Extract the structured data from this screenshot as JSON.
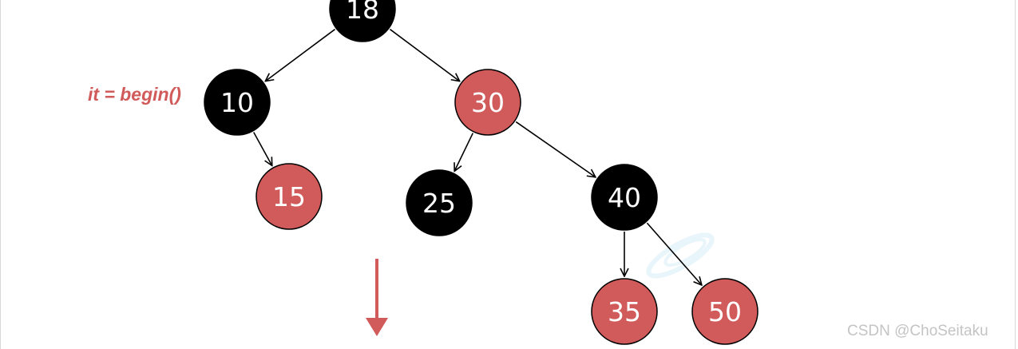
{
  "nodes": [
    {
      "key": "18",
      "color": "black"
    },
    {
      "key": "10",
      "color": "black"
    },
    {
      "key": "30",
      "color": "red"
    },
    {
      "key": "15",
      "color": "red"
    },
    {
      "key": "25",
      "color": "black"
    },
    {
      "key": "40",
      "color": "black"
    },
    {
      "key": "35",
      "color": "red"
    },
    {
      "key": "50",
      "color": "red"
    }
  ],
  "edges": [
    [
      "18",
      "10"
    ],
    [
      "18",
      "30"
    ],
    [
      "10",
      "15"
    ],
    [
      "30",
      "25"
    ],
    [
      "30",
      "40"
    ],
    [
      "40",
      "35"
    ],
    [
      "40",
      "50"
    ]
  ],
  "iterator_label": "it = begin()",
  "colors": {
    "red_node": "#d15a5a",
    "black_node": "#000000",
    "arrow": "#d15a5a",
    "iterator_label": "#d15a5a"
  },
  "watermark": "CSDN @ChoSeitaku"
}
